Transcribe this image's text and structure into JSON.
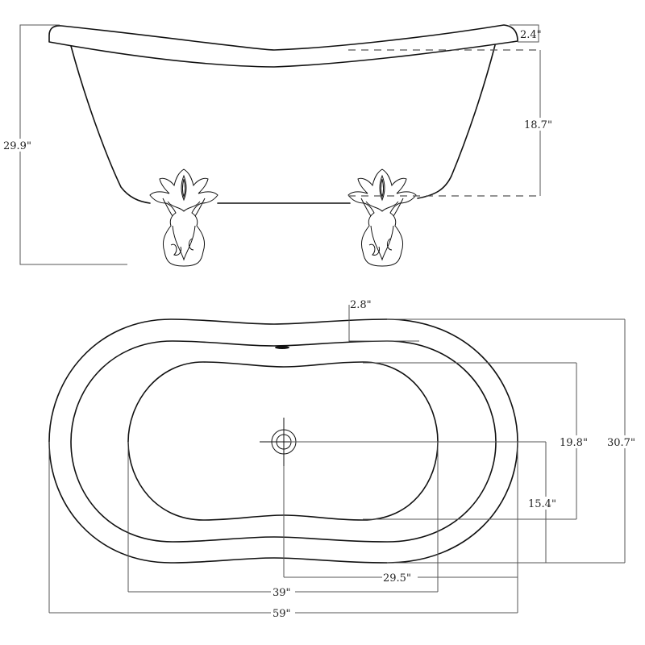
{
  "drawing": {
    "line_color": "#111111",
    "dimension_color": "#555555",
    "background": "#ffffff",
    "side_view": {
      "dimensions": {
        "overall_height": "29.9\"",
        "rim_thickness": "2.4\"",
        "interior_depth": "18.7\""
      },
      "features": [
        "rolled-rim",
        "slipper-ends",
        "ornate-clawfoot-left",
        "ornate-clawfoot-right"
      ]
    },
    "top_view": {
      "dimensions": {
        "rim_width": "2.8\"",
        "interior_width": "19.8\"",
        "overall_width": "30.7\"",
        "drain_to_edge": "15.4\"",
        "drain_from_end": "29.5\"",
        "interior_length": "39\"",
        "overall_length": "59\""
      },
      "features": [
        "outer-rim",
        "inner-rim",
        "basin",
        "center-drain",
        "overflow"
      ]
    }
  }
}
